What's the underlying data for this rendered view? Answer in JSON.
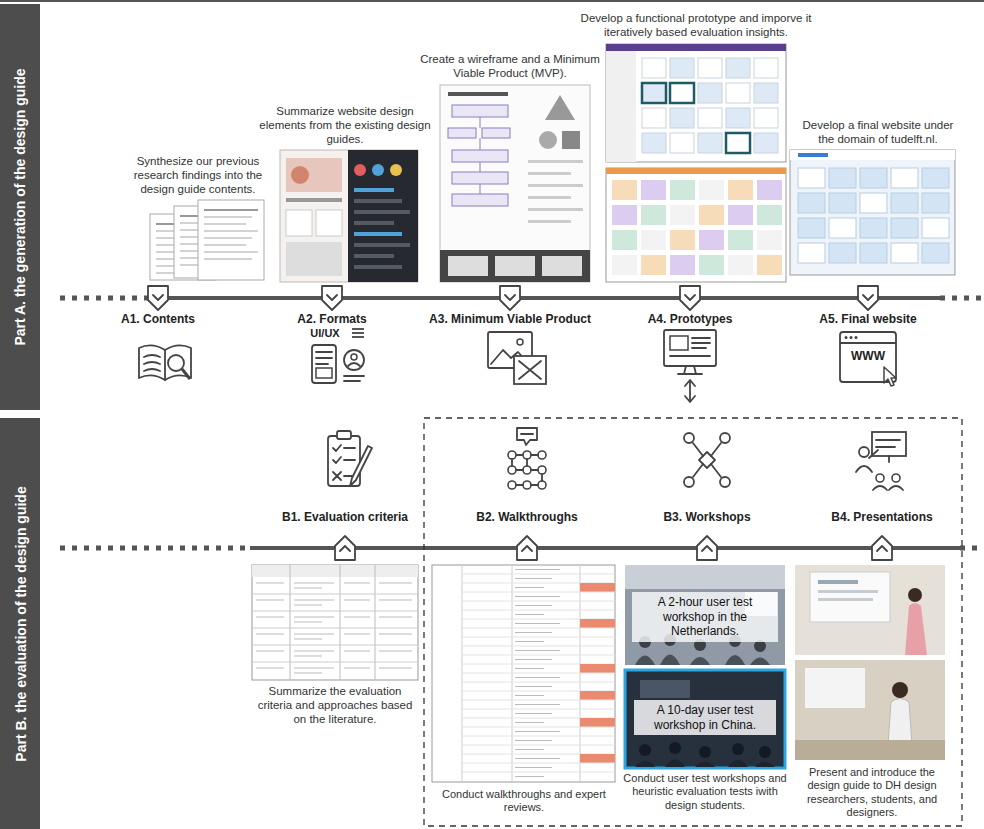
{
  "diagram": {
    "nodes": [
      {
        "text": [
          "Part A. the generation of the design guide"
        ]
      },
      {
        "text": [
          "Part B. the evaluation of the design guide"
        ]
      },
      {
        "text": [
          "A 2-hour user test workshop in the Netherlands."
        ]
      },
      {
        "text": [
          "A 10-day user test workshop in China."
        ]
      }
    ],
    "labels": [
      "Synthesize our previous research findings into the design guide contents.",
      "Summarize website design elements from the existing design guides.",
      "Create a wireframe and a Minimum Viable Product (MVP).",
      "Develop a functional prototype and imporve it iteratively based evaluation insights.",
      "Develop a final website under the domain of tudelft.nl.",
      "A1. Contents",
      "A2. Formats",
      "A3. Minimum Viable Product",
      "A4. Prototypes",
      "A5. Final website",
      "UI/UX",
      "WWW",
      "B1. Evaluation criteria",
      "B2. Walkthroughs",
      "B3. Workshops",
      "B4. Presentations",
      "Summarize the evaluation criteria and approaches based on the literature.",
      "Conduct walkthroughs and expert reviews.",
      "Conduct user test workshops and heuristic evaluation tests iwith design students.",
      "Present and introduce the design guide to DH design researchers, students, and designers."
    ]
  }
}
